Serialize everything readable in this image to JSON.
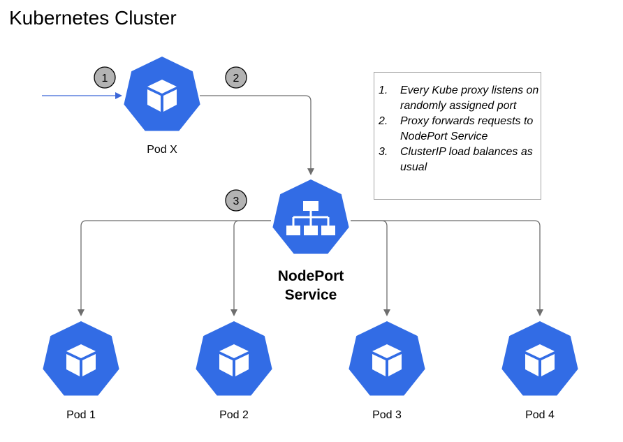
{
  "title": "Kubernetes Cluster",
  "pod_x_label": "Pod X",
  "service_label": {
    "line1": "NodePort",
    "line2": "Service"
  },
  "steps": [
    "1",
    "2",
    "3"
  ],
  "pods": [
    {
      "label": "Pod 1"
    },
    {
      "label": "Pod 2"
    },
    {
      "label": "Pod 3"
    },
    {
      "label": "Pod 4"
    }
  ],
  "notes": [
    {
      "num": "1.",
      "text": "Every Kube proxy listens on randomly assigned port"
    },
    {
      "num": "2.",
      "text": "Proxy forwards requests to NodePort Service"
    },
    {
      "num": "3.",
      "text": "ClusterIP load balances as usual"
    }
  ],
  "colors": {
    "node_blue": "#326ce5",
    "arrow_gray": "#6e6e6e",
    "incoming_arrow": "#3a66d8",
    "badge_fill": "#b3b3b3"
  },
  "icons": {
    "pod": "cube-icon",
    "service": "hierarchy-icon"
  }
}
